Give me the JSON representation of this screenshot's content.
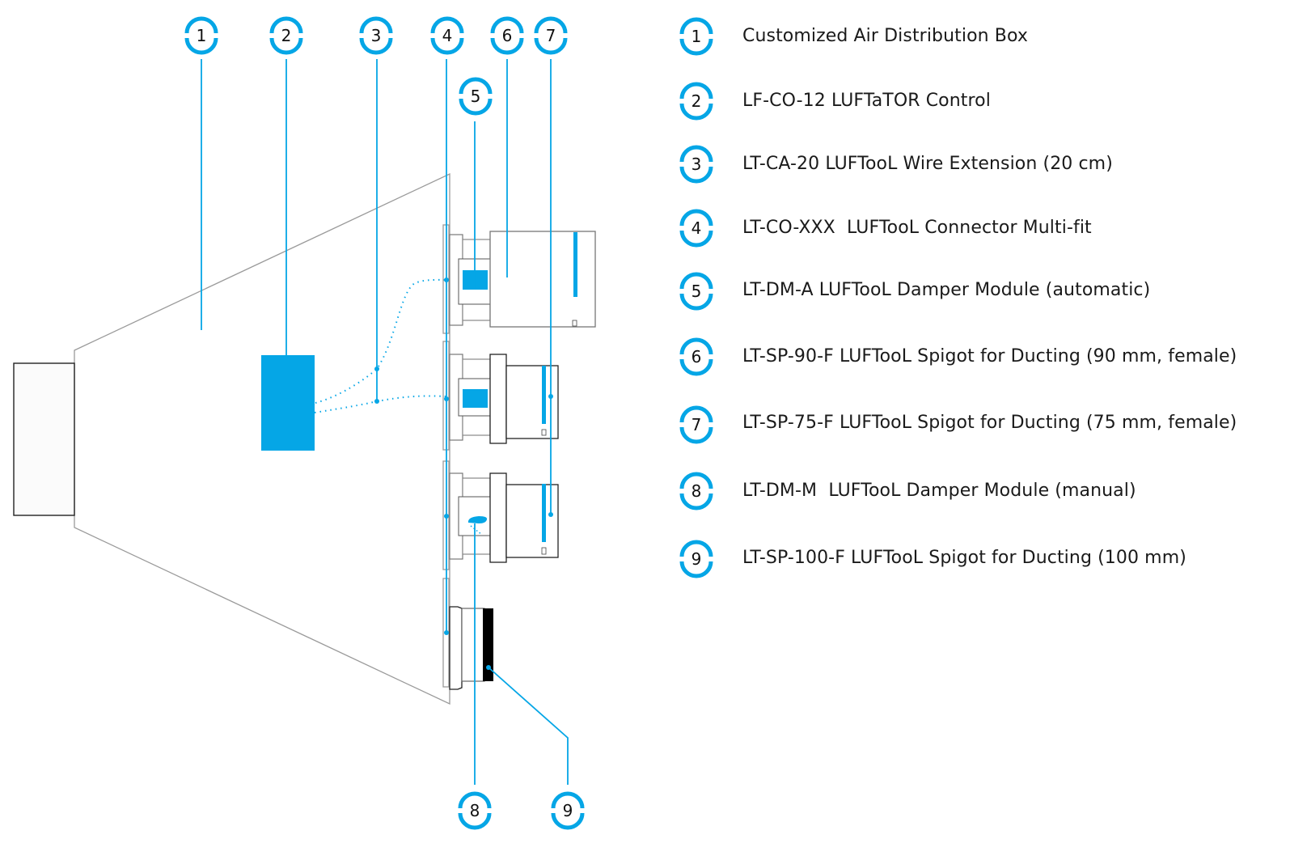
{
  "colors": {
    "accent": "#05a6e6",
    "outline": "#9a9a9a",
    "dark_outline": "#222222",
    "spigot_black": "#000000",
    "inlet_fill": "#fbfbfb"
  },
  "diagram_callouts": [
    {
      "number": "1",
      "target": "Customized Air Distribution Box"
    },
    {
      "number": "2",
      "target": "LF-CO-12 LUFTaTOR Control"
    },
    {
      "number": "3",
      "target": "LT-CA-20 LUFTooL Wire Extension"
    },
    {
      "number": "4",
      "target": "LT-CO-XXX LUFTooL Connector Multi-fit"
    },
    {
      "number": "5",
      "target": "LT-DM-A LUFTooL Damper Module (automatic)"
    },
    {
      "number": "6",
      "target": "LT-SP-90-F LUFTooL Spigot"
    },
    {
      "number": "7",
      "target": "LT-SP-75-F LUFTooL Spigot"
    },
    {
      "number": "8",
      "target": "LT-DM-M LUFTooL Damper Module (manual)"
    },
    {
      "number": "9",
      "target": "LT-SP-100-F LUFTooL Spigot"
    }
  ],
  "legend": [
    {
      "number": "1",
      "label": "Customized Air Distribution Box"
    },
    {
      "number": "2",
      "label": "LF-CO-12 LUFTaTOR Control"
    },
    {
      "number": "3",
      "label": "LT-CA-20 LUFTooL Wire Extension (20 cm)"
    },
    {
      "number": "4",
      "label": "LT-CO-XXX  LUFTooL Connector Multi-fit"
    },
    {
      "number": "5",
      "label": "LT-DM-A LUFTooL Damper Module (automatic)"
    },
    {
      "number": "6",
      "label": "LT-SP-90-F LUFTooL Spigot for Ducting (90 mm, female)"
    },
    {
      "number": "7",
      "label": "LT-SP-75-F LUFTooL Spigot for Ducting (75 mm, female)"
    },
    {
      "number": "8",
      "label": "LT-DM-M  LUFTooL Damper Module (manual)"
    },
    {
      "number": "9",
      "label": "LT-SP-100-F LUFTooL Spigot for Ducting (100 mm)"
    }
  ]
}
